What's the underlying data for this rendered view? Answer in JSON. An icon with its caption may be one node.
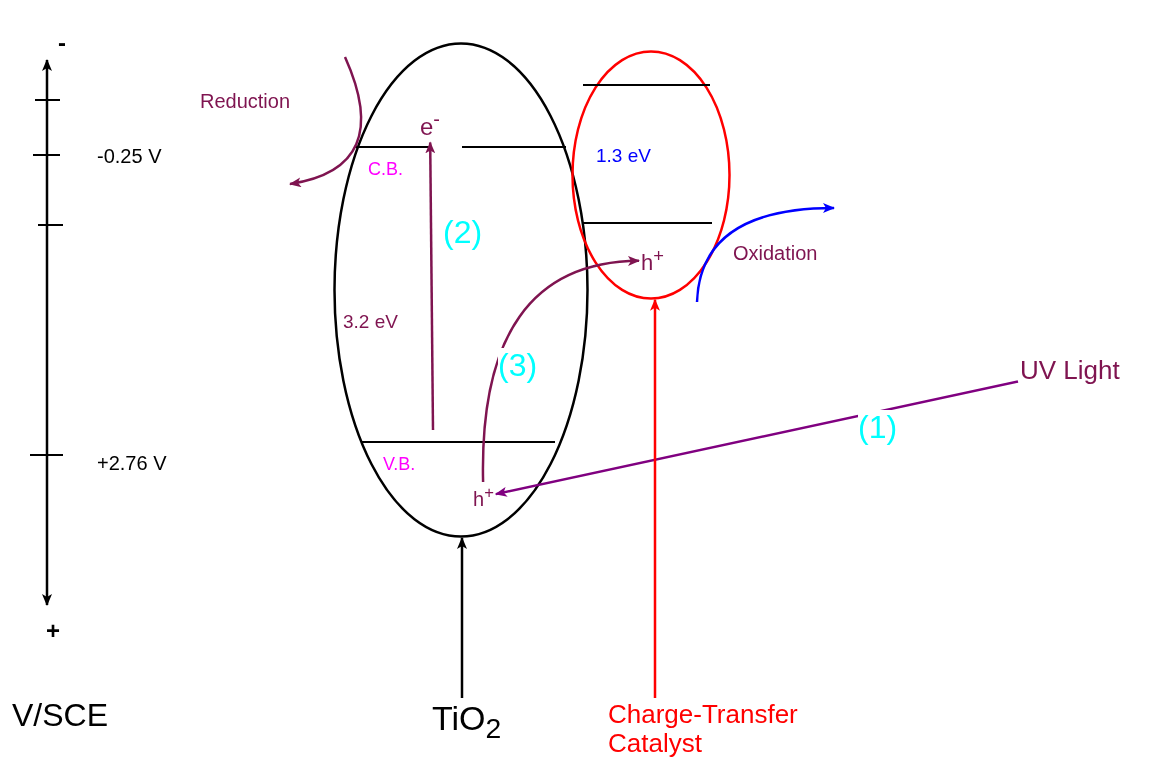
{
  "diagram": {
    "nodes": [
      {
        "text": [],
        "shape": "ellipse"
      },
      {
        "text": [
          "e$^{-}$"
        ],
        "in": 0
      },
      {
        "text": [
          "h$^{+}$"
        ],
        "in": 0
      },
      {
        "text": [],
        "shape": "ellipse"
      },
      {
        "text": [
          "h$^{+}$"
        ],
        "in": 3
      },
      {
        "text": [
          "TiO$_{2}$"
        ]
      },
      {
        "text": [
          "Charge-Transfer Catalyst"
        ]
      },
      {
        "text": [
          "UV Light"
        ]
      }
    ],
    "edges": [
      {
        "from": 7,
        "to": 2,
        "arrow": "to",
        "label": "(1)",
        "color": "#800080"
      },
      {
        "from": null,
        "to": 1,
        "arrow": "to",
        "label": "(2)"
      },
      {
        "from": 2,
        "to": 4,
        "arrow": "to",
        "label": "(3)"
      },
      {
        "from": 5,
        "to": 0,
        "arrow": "to",
        "color": "#000000"
      },
      {
        "from": 6,
        "to": 3,
        "arrow": "to",
        "color": "#ff0000"
      }
    ],
    "labels": [
      "-",
      "Reduction",
      "-0.25 V",
      "C.B.",
      "1.3 eV",
      "Oxidation",
      "3.2 eV",
      "V.B.",
      "+2.76 V",
      "+",
      "V/SCE"
    ]
  }
}
